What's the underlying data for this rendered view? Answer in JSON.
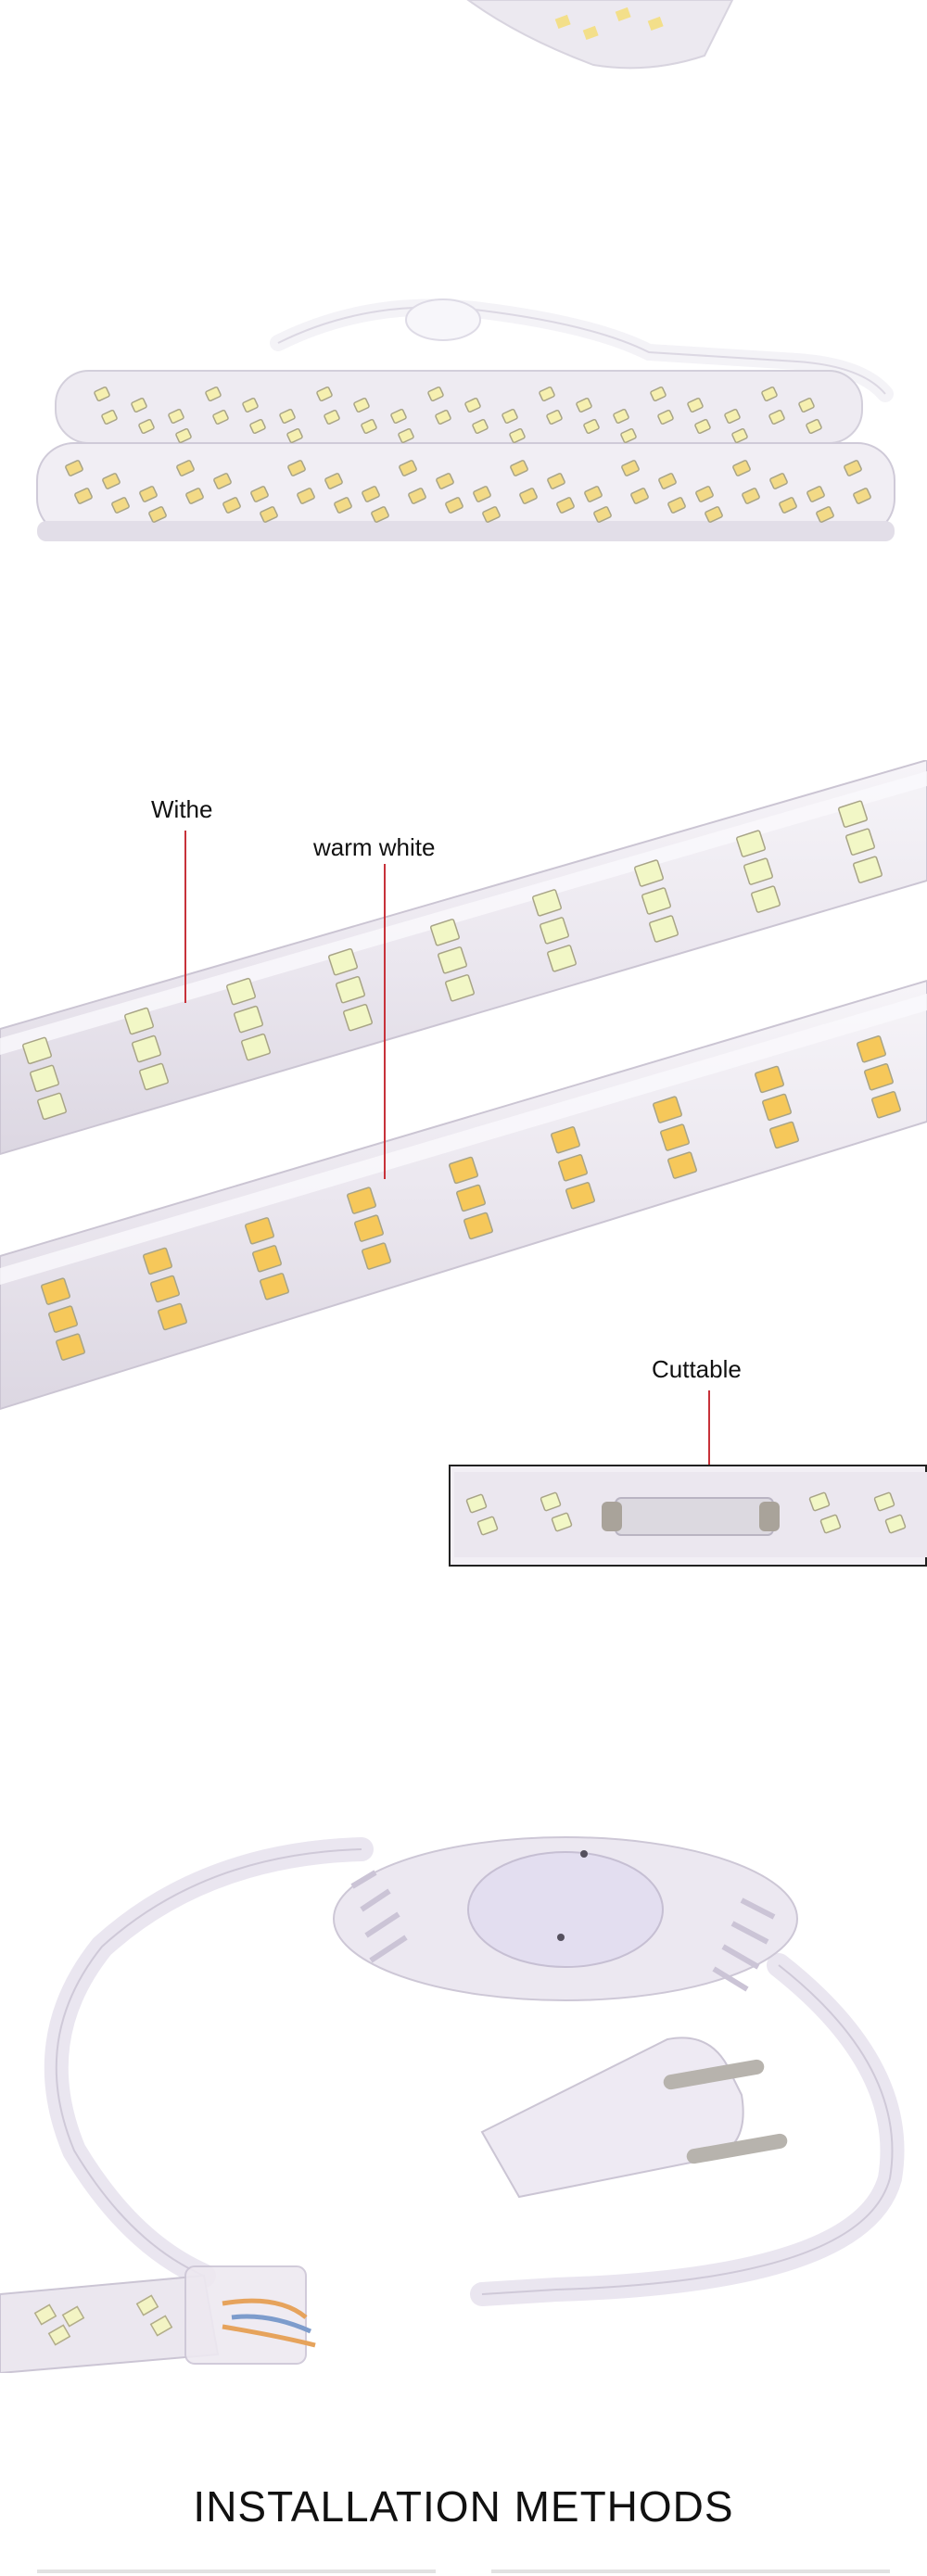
{
  "labels": {
    "withe": "Withe",
    "warm_white": "warm white",
    "cuttable": "Cuttable"
  },
  "heading": "INSTALLATION METHODS",
  "colors": {
    "strip_body": "#ece9f0",
    "led_cool": "#f2f7c6",
    "led_warm": "#f6c85a",
    "callout_line": "#c7323a"
  }
}
